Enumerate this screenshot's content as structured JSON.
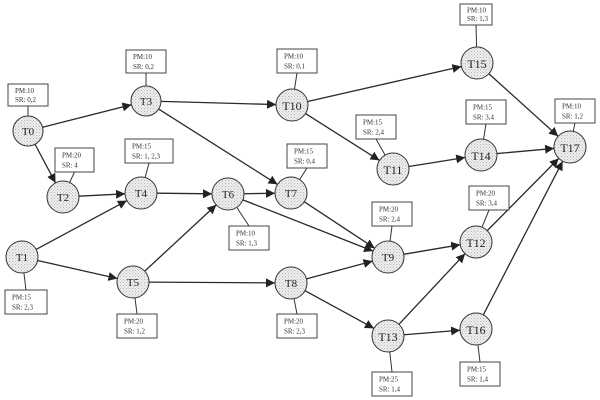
{
  "diagram": {
    "type": "task-precedence-graph",
    "colors": {
      "line": "#2a2a2a",
      "node_fill": "#e6e6e6",
      "box_border": "#444444",
      "text": "#222222"
    },
    "nodes": [
      {
        "id": "T0",
        "label": "T0",
        "pm": "PM:10",
        "sr": "SR: 0,2"
      },
      {
        "id": "T1",
        "label": "T1",
        "pm": "PM:15",
        "sr": "SR: 2,3"
      },
      {
        "id": "T2",
        "label": "T2",
        "pm": "PM:20",
        "sr": "SR: 4"
      },
      {
        "id": "T3",
        "label": "T3",
        "pm": "PM:10",
        "sr": "SR: 0,2"
      },
      {
        "id": "T4",
        "label": "T4",
        "pm": "PM:15",
        "sr": "SR: 1, 2,3"
      },
      {
        "id": "T5",
        "label": "T5",
        "pm": "PM:20",
        "sr": "SR: 1,2"
      },
      {
        "id": "T6",
        "label": "T6",
        "pm": "PM:10",
        "sr": "SR: 1,3"
      },
      {
        "id": "T7",
        "label": "T7",
        "pm": "PM:15",
        "sr": "SR: 0,4"
      },
      {
        "id": "T8",
        "label": "T8",
        "pm": "PM:20",
        "sr": "SR: 2,3"
      },
      {
        "id": "T9",
        "label": "T9",
        "pm": "PM:20",
        "sr": "SR: 2,4"
      },
      {
        "id": "T10",
        "label": "T10",
        "pm": "PM:10",
        "sr": "SR: 0,1"
      },
      {
        "id": "T11",
        "label": "T11",
        "pm": "PM:15",
        "sr": "SR: 2,4"
      },
      {
        "id": "T12",
        "label": "T12",
        "pm": "PM:20",
        "sr": "SR: 3,4"
      },
      {
        "id": "T13",
        "label": "T13",
        "pm": "PM:25",
        "sr": "SR: 1,4"
      },
      {
        "id": "T14",
        "label": "T14",
        "pm": "PM:15",
        "sr": "SR: 3,4"
      },
      {
        "id": "T15",
        "label": "T15",
        "pm": "PM:10",
        "sr": "SR: 1,3"
      },
      {
        "id": "T16",
        "label": "T16",
        "pm": "PM:15",
        "sr": "SR: 1,4"
      },
      {
        "id": "T17",
        "label": "T17",
        "pm": "PM:10",
        "sr": "SR: 1,2"
      }
    ],
    "edges": [
      [
        "T0",
        "T3"
      ],
      [
        "T0",
        "T2"
      ],
      [
        "T2",
        "T4"
      ],
      [
        "T1",
        "T4"
      ],
      [
        "T1",
        "T5"
      ],
      [
        "T3",
        "T10"
      ],
      [
        "T3",
        "T7"
      ],
      [
        "T4",
        "T6"
      ],
      [
        "T5",
        "T6"
      ],
      [
        "T5",
        "T8"
      ],
      [
        "T6",
        "T7"
      ],
      [
        "T6",
        "T9"
      ],
      [
        "T7",
        "T9"
      ],
      [
        "T8",
        "T9"
      ],
      [
        "T8",
        "T13"
      ],
      [
        "T10",
        "T15"
      ],
      [
        "T10",
        "T11"
      ],
      [
        "T11",
        "T14"
      ],
      [
        "T9",
        "T12"
      ],
      [
        "T13",
        "T12"
      ],
      [
        "T13",
        "T16"
      ],
      [
        "T15",
        "T17"
      ],
      [
        "T14",
        "T17"
      ],
      [
        "T12",
        "T17"
      ],
      [
        "T16",
        "T17"
      ]
    ]
  }
}
